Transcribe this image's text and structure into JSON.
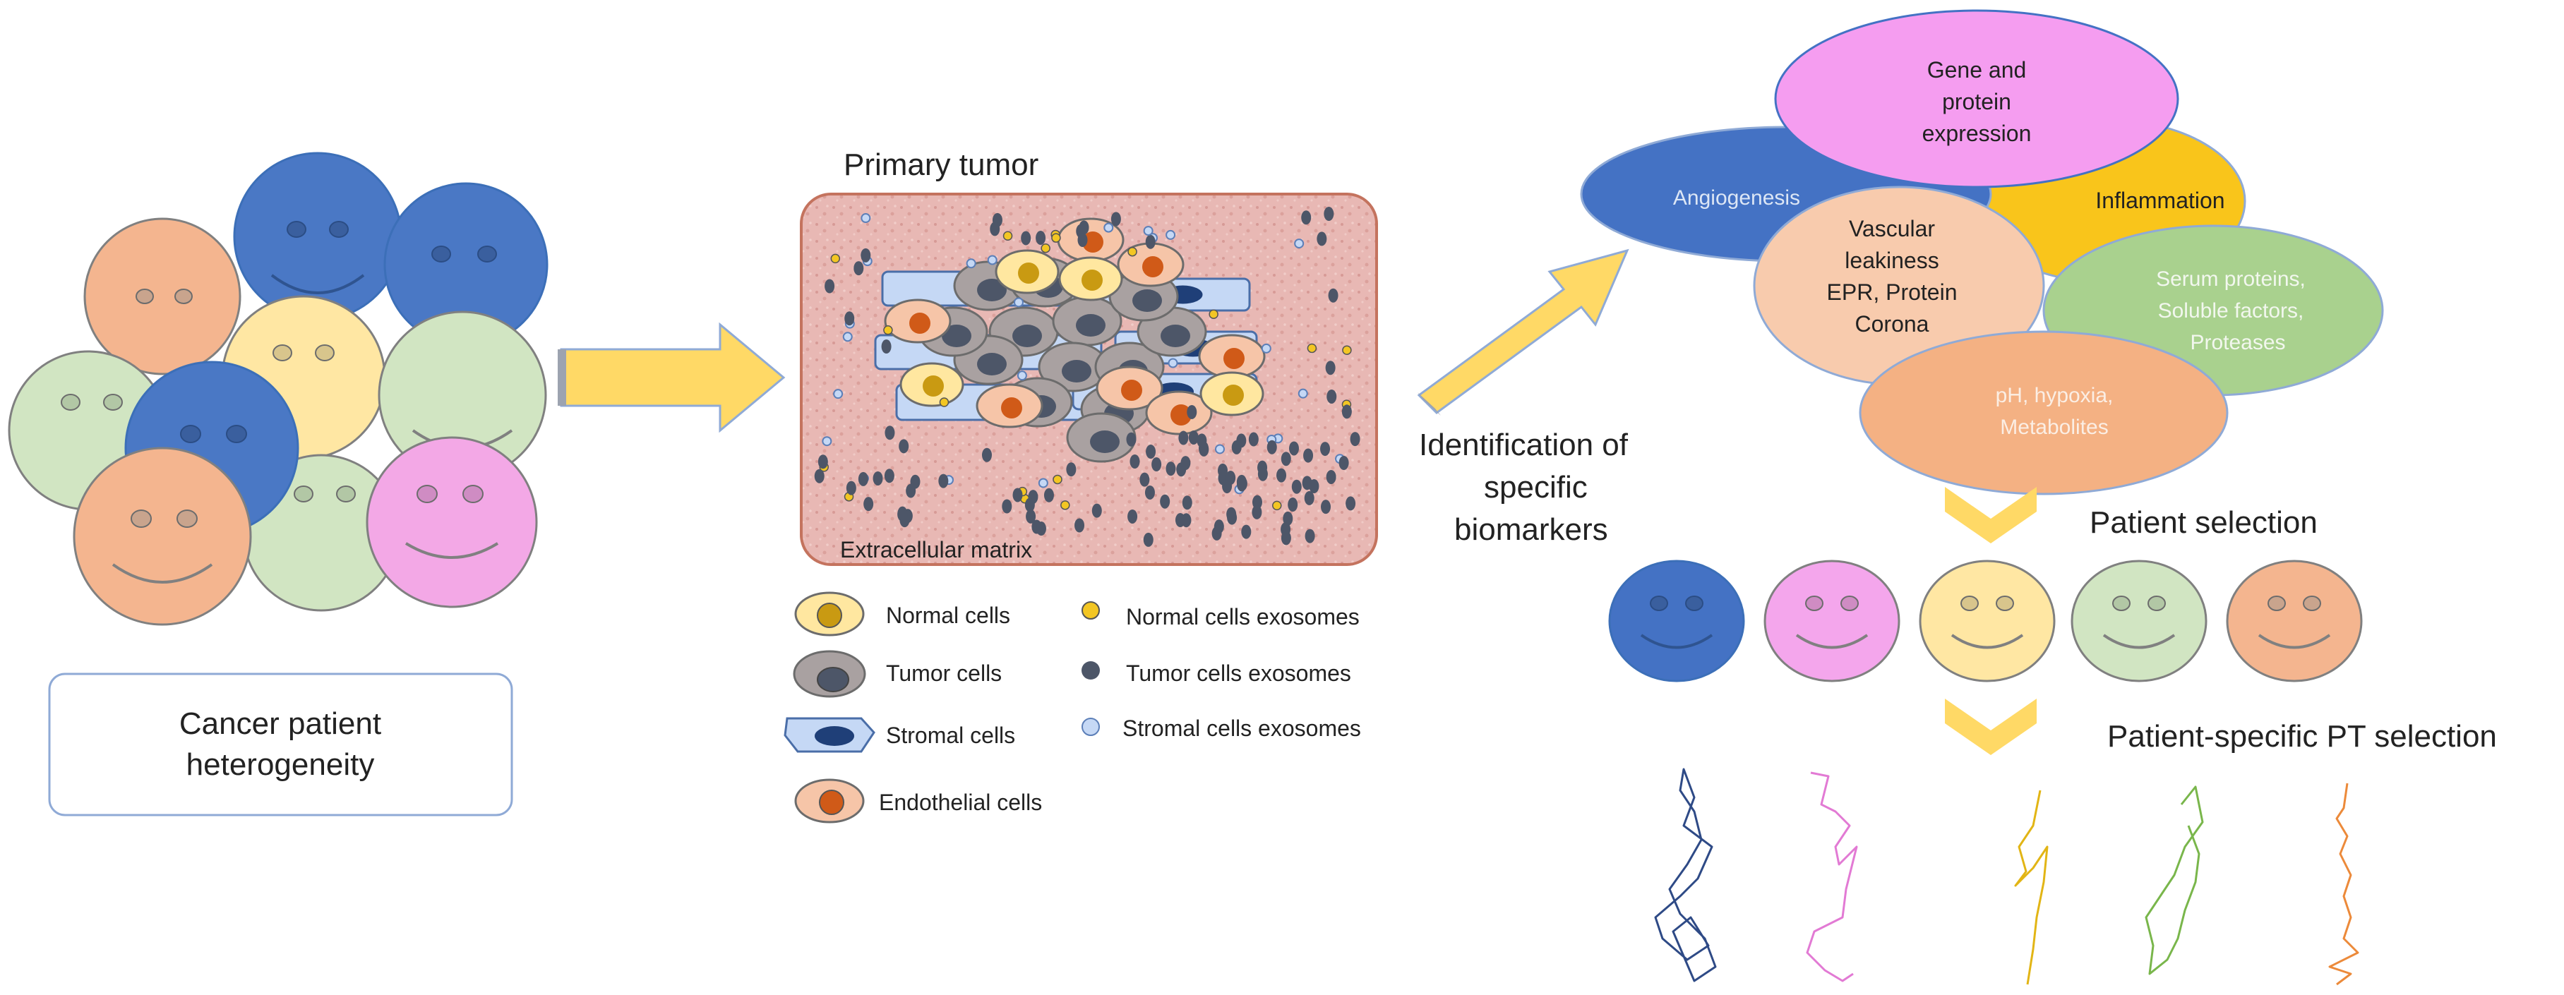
{
  "left_panel": {
    "caption_line1": "Cancer patient",
    "caption_line2": "heterogeneity"
  },
  "tumor": {
    "title": "Primary tumor",
    "matrix_label": "Extracellular matrix"
  },
  "legend": {
    "normal_cells": "Normal cells",
    "tumor_cells": "Tumor cells",
    "stromal_cells": "Stromal cells",
    "endothelial_cells": "Endothelial cells",
    "normal_exosomes": "Normal cells exosomes",
    "tumor_exosomes": "Tumor cells exosomes",
    "stromal_exosomes": "Stromal cells exosomes"
  },
  "biomarkers": {
    "line1": "Identification of",
    "line2": "specific",
    "line3": "biomarkers"
  },
  "bubbles": {
    "gene_1": "Gene and",
    "gene_2": "protein",
    "gene_3": "expression",
    "angiogenesis": "Angiogenesis",
    "inflammation": "Inflammation",
    "vascular_1": "Vascular",
    "vascular_2": "leakiness",
    "vascular_3": "EPR, Protein",
    "vascular_4": "Corona",
    "serum_1": "Serum proteins,",
    "serum_2": "Soluble factors,",
    "serum_3": "Proteases",
    "ph_1": "pH, hypoxia,",
    "ph_2": "Metabolites"
  },
  "selection": {
    "patient_selection": "Patient selection",
    "pt_selection": "Patient-specific PT selection"
  },
  "colors": {
    "blue": "#4a78c5",
    "orange": "#f2b08a",
    "yellow": "#ffe8a3",
    "green": "#cfe3c0",
    "pink": "#f3a8e6",
    "arrow": "#ffd966",
    "tumor_bg": "#e8b7b3",
    "tumor_border": "#c4735e"
  }
}
